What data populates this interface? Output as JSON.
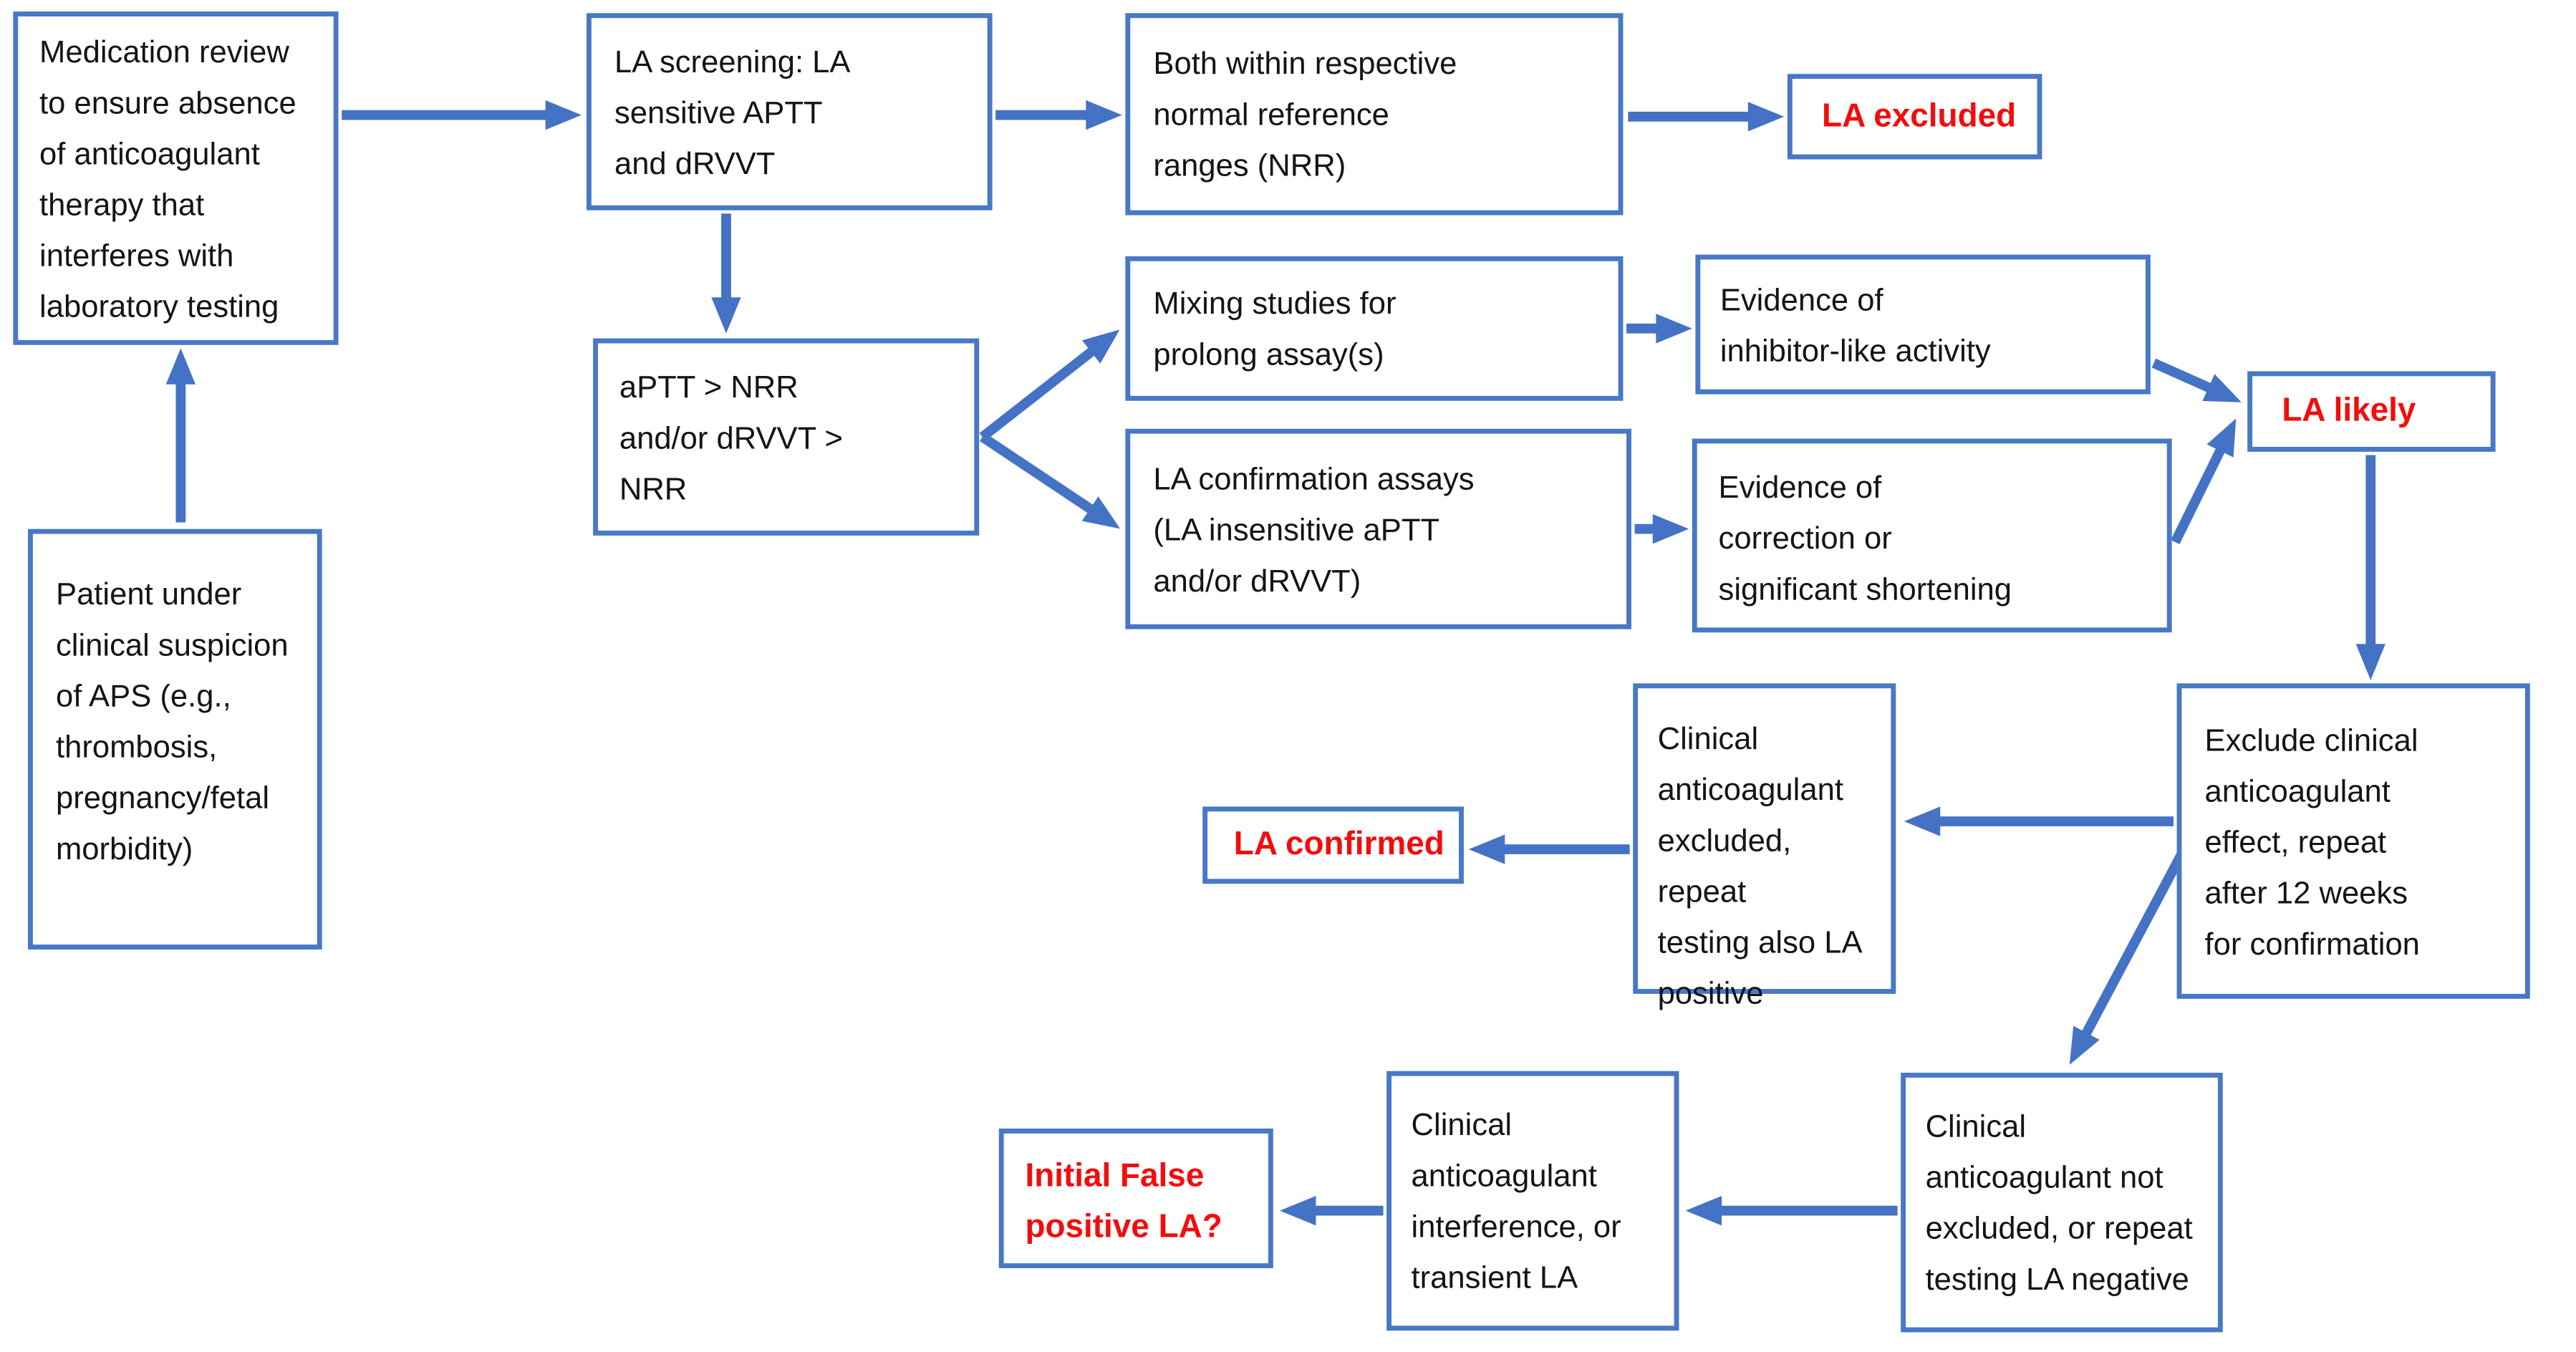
{
  "figure": {
    "type": "flowchart",
    "topic": "Lupus anticoagulant (LA) laboratory testing algorithm for suspected APS"
  },
  "colors": {
    "background": "#FFFFFF",
    "box_border": "#4878C6",
    "arrow": "#4472C4",
    "body_text": "#141414",
    "outcome_text_red": "#F20D0D"
  },
  "nodes": {
    "medication": {
      "label": "Medication review to ensure absence of anticoagulant therapy that interferes with laboratory testing",
      "lines": [
        "Medication review",
        "to ensure absence",
        "of anticoagulant",
        "therapy that",
        "interferes with",
        "laboratory testing"
      ]
    },
    "patient": {
      "label": "Patient under clinical suspicion of APS (e.g., thrombosis, pregnancy/fetal morbidity)",
      "lines": [
        "Patient under",
        "clinical suspicion",
        "of APS (e.g.,",
        "thrombosis,",
        "pregnancy/fetal",
        "morbidity)"
      ]
    },
    "screening": {
      "label": "LA screening: LA sensitive APTT and dRVVT",
      "lines": [
        "LA screening: LA",
        "sensitive APTT",
        "and dRVVT"
      ]
    },
    "both_nrr": {
      "label": "Both within respective normal reference ranges (NRR)",
      "lines": [
        "Both within respective",
        "normal reference",
        "ranges (NRR)"
      ]
    },
    "la_excluded": {
      "label": "LA excluded",
      "lines": [
        "LA excluded"
      ]
    },
    "aptt": {
      "label": "aPTT > NRR and/or dRVVT > NRR",
      "lines": [
        "aPTT > NRR",
        "and/or dRVVT >",
        "NRR"
      ]
    },
    "mixing": {
      "label": "Mixing studies for prolong assay(s)",
      "lines": [
        "Mixing studies for",
        "prolong assay(s)"
      ]
    },
    "inhibitor": {
      "label": "Evidence of inhibitor-like activity",
      "lines": [
        "Evidence of",
        "inhibitor-like activity"
      ]
    },
    "confirmation": {
      "label": "LA confirmation assays (LA insensitive aPTT and/or dRVVT)",
      "lines": [
        "LA confirmation assays",
        "(LA insensitive aPTT",
        "and/or dRVVT)"
      ]
    },
    "correction": {
      "label": "Evidence of correction or significant shortening",
      "lines": [
        "Evidence of",
        "correction or",
        "significant shortening"
      ]
    },
    "la_likely": {
      "label": "LA likely",
      "lines": [
        "LA likely"
      ]
    },
    "exclude_effect": {
      "label": "Exclude clinical anticoagulant effect, repeat after 12 weeks for confirmation",
      "lines": [
        "Exclude clinical",
        "anticoagulant",
        "effect, repeat",
        "after 12 weeks",
        "for confirmation"
      ]
    },
    "clin_excluded": {
      "label": "Clinical anticoagulant excluded, repeat testing also LA positive",
      "lines": [
        "Clinical",
        "anticoagulant",
        "excluded, repeat",
        "testing also LA",
        "positive"
      ]
    },
    "la_confirmed": {
      "label": "LA confirmed",
      "lines": [
        "LA confirmed"
      ]
    },
    "not_excluded": {
      "label": "Clinical anticoagulant not excluded, or repeat testing LA negative",
      "lines": [
        "Clinical",
        "anticoagulant not",
        "excluded, or repeat",
        "testing LA negative"
      ]
    },
    "interference": {
      "label": "Clinical anticoagulant interference, or transient LA",
      "lines": [
        "Clinical",
        "anticoagulant",
        "interference, or",
        "transient LA"
      ]
    },
    "false_positive": {
      "label": "Initial False positive LA?",
      "lines": [
        "Initial False",
        "positive LA?"
      ]
    }
  },
  "edges": [
    {
      "from": "patient",
      "to": "medication"
    },
    {
      "from": "medication",
      "to": "screening"
    },
    {
      "from": "screening",
      "to": "both_nrr"
    },
    {
      "from": "both_nrr",
      "to": "la_excluded"
    },
    {
      "from": "screening",
      "to": "aptt"
    },
    {
      "from": "aptt",
      "to": "mixing"
    },
    {
      "from": "aptt",
      "to": "confirmation"
    },
    {
      "from": "mixing",
      "to": "inhibitor"
    },
    {
      "from": "confirmation",
      "to": "correction"
    },
    {
      "from": "inhibitor",
      "to": "la_likely"
    },
    {
      "from": "correction",
      "to": "la_likely"
    },
    {
      "from": "la_likely",
      "to": "exclude_effect"
    },
    {
      "from": "exclude_effect",
      "to": "clin_excluded"
    },
    {
      "from": "clin_excluded",
      "to": "la_confirmed"
    },
    {
      "from": "exclude_effect",
      "to": "not_excluded"
    },
    {
      "from": "not_excluded",
      "to": "interference"
    },
    {
      "from": "interference",
      "to": "false_positive"
    }
  ]
}
